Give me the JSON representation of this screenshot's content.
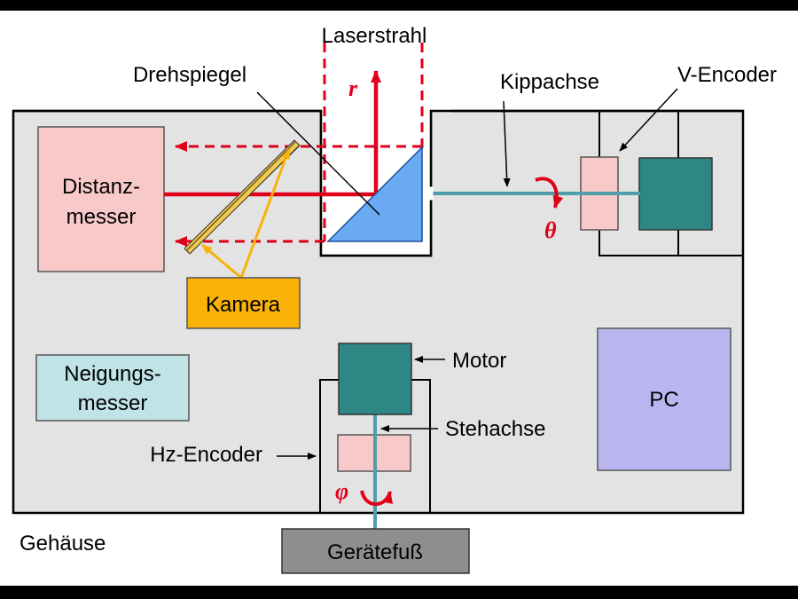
{
  "labels": {
    "laser_beam": "Laserstrahl",
    "rotating_mirror": "Drehspiegel",
    "tilt_axis": "Kippachse",
    "v_encoder": "V-Encoder",
    "rangefinder_line1": "Distanz-",
    "rangefinder_line2": "messer",
    "camera": "Kamera",
    "motor": "Motor",
    "inclinometer_line1": "Neigungs-",
    "inclinometer_line2": "messer",
    "standing_axis": "Stehachse",
    "hz_encoder": "Hz-Encoder",
    "pc": "PC",
    "housing": "Gehäuse",
    "device_base": "Gerätefuß"
  },
  "symbols": {
    "range": "r",
    "vertical_angle": "θ",
    "horizontal_angle": "φ"
  },
  "colors": {
    "background": "#ffffff",
    "housing_fill": "#e3e3e3",
    "laser_red": "#e0001a",
    "mirror_blue": "#6aaaf2",
    "motor_teal": "#2e8685",
    "encoder_pink": "#f8c9c9",
    "rangefinder_pink": "#f8c9c9",
    "camera_orange": "#f9b208",
    "inclinometer_cyan": "#bfe3e6",
    "pc_lavender": "#b9b6ef",
    "base_grey": "#8e8e8e",
    "axis_teal": "#4f9eaa"
  }
}
